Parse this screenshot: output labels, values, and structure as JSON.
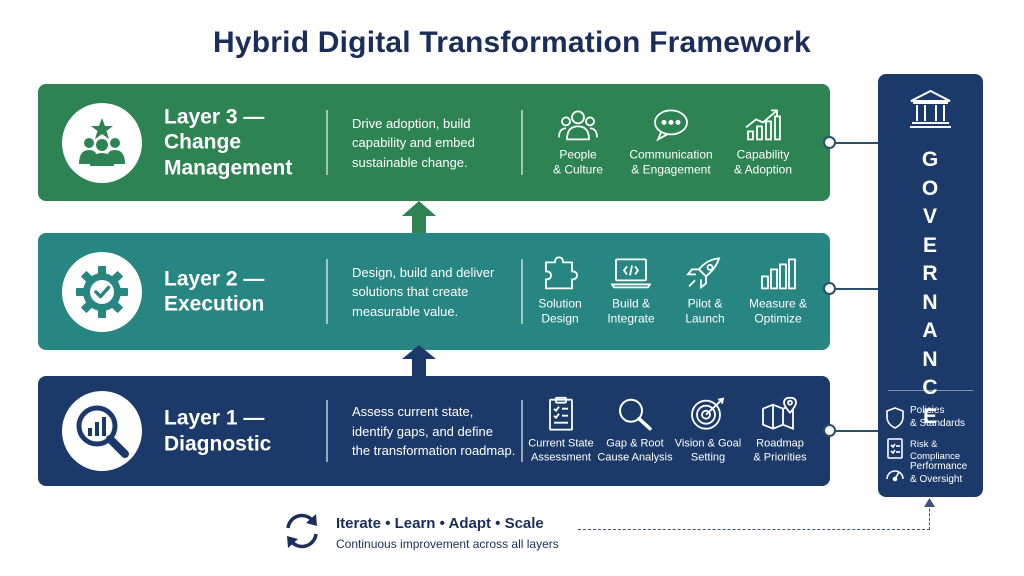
{
  "title": "Hybrid Digital Transformation Framework",
  "layers": [
    {
      "name": "Layer 3 —\nChange\nManagement",
      "description": "Drive adoption, build\ncapability and embed\nsustainable  change.",
      "color": "#2d8452",
      "icon": "people-star-icon",
      "capabilities": [
        {
          "label": "People\n& Culture",
          "icon": "people-icon"
        },
        {
          "label": "Communication\n& Engagement",
          "icon": "chat-icon"
        },
        {
          "label": "Capability\n& Adoption",
          "icon": "growth-chart-icon"
        }
      ]
    },
    {
      "name": "Layer 2 —\nExecution",
      "description": "Design, build and deliver\nsolutions that create\nmeasurable value.",
      "color": "#278582",
      "icon": "gear-check-icon",
      "capabilities": [
        {
          "label": "Solution\nDesign",
          "icon": "puzzle-icon"
        },
        {
          "label": "Build &\nIntegrate",
          "icon": "laptop-code-icon"
        },
        {
          "label": "Pilot &\nLaunch",
          "icon": "rocket-icon"
        },
        {
          "label": "Measure &\nOptimize",
          "icon": "bar-chart-icon"
        }
      ]
    },
    {
      "name": "Layer 1 —\nDiagnostic",
      "description": "Assess current state,\nidentify gaps, and define\nthe transformation roadmap.",
      "color": "#1c3a69",
      "icon": "magnifier-chart-icon",
      "capabilities": [
        {
          "label": "Current State\nAssessment",
          "icon": "clipboard-icon"
        },
        {
          "label": "Gap & Root\nCause Analysis",
          "icon": "search-icon"
        },
        {
          "label": "Vision & Goal\nSetting",
          "icon": "target-icon"
        },
        {
          "label": "Roadmap\n& Priorities",
          "icon": "map-pin-icon"
        }
      ]
    }
  ],
  "governance": {
    "letters": [
      "G",
      "O",
      "V",
      "E",
      "R",
      "N",
      "A",
      "N",
      "C",
      "E"
    ],
    "icon": "institution-icon",
    "items": [
      {
        "label": "Policies\n& Standards",
        "icon": "shield-icon"
      },
      {
        "label": "Risk & Compliance",
        "icon": "checklist-icon"
      },
      {
        "label": "Performance\n& Oversight",
        "icon": "gauge-icon"
      }
    ]
  },
  "footer": {
    "title": "Iterate • Learn • Adapt • Scale",
    "subtitle": "Continuous improvement across all layers",
    "icon": "cycle-arrows-icon"
  }
}
